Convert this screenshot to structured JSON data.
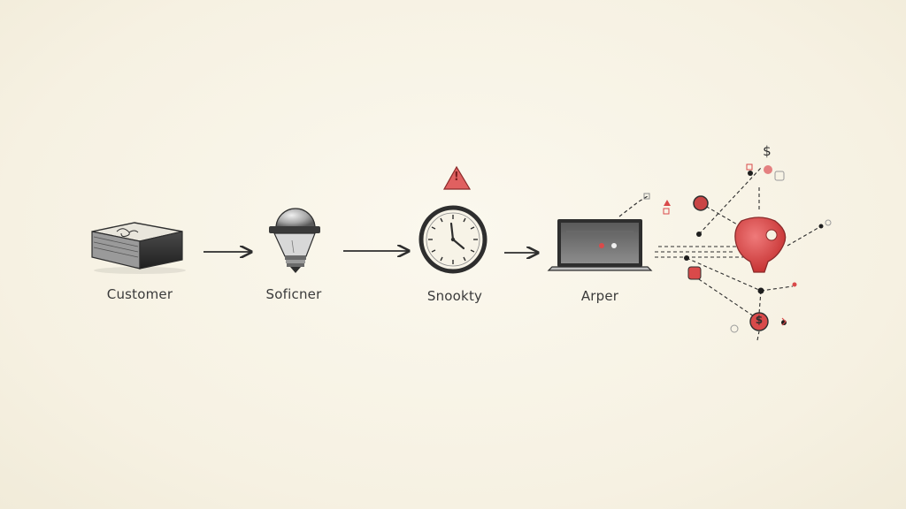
{
  "flow": {
    "steps": [
      {
        "label": "Customer",
        "icon": "box-icon"
      },
      {
        "label": "Soficner",
        "icon": "lightbulb-icon"
      },
      {
        "label": "Snookty",
        "icon": "clock-icon"
      },
      {
        "label": "Arper",
        "icon": "laptop-icon"
      }
    ],
    "warning_symbol": "!",
    "network": {
      "icon": "heart-network-icon",
      "currency_symbol": "$"
    }
  },
  "colors": {
    "background": "#f8f4e8",
    "ink": "#2e2e2e",
    "accent_red": "#d94a4a"
  }
}
